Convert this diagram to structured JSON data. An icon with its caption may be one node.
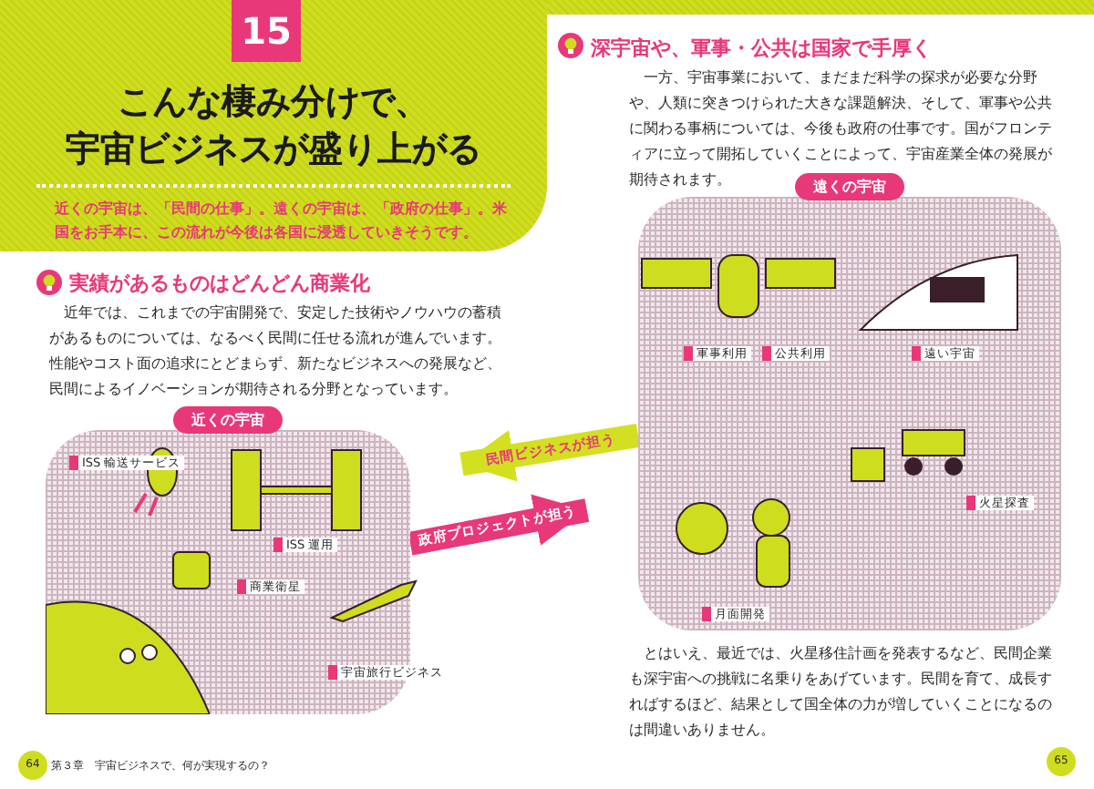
{
  "diagram": {
    "title": "こんな棲み分けで、宇宙ビジネスが盛り上がる",
    "nodes": [
      {
        "text": [
          "近くの宇宙"
        ]
      },
      {
        "text": [
          "遠くの宇宙"
        ]
      }
    ],
    "edges": [
      {
        "from": 1,
        "to": 0,
        "arrow": "to",
        "label": "民間ビジネスが担う",
        "color": "#d2e021"
      },
      {
        "from": 0,
        "to": 1,
        "arrow": "to",
        "label": "政府プロジェクトが担う",
        "color": "#e8387a"
      }
    ],
    "labels": [
      "15",
      "近くの宇宙は、「民間の仕事」。遠くの宇宙は、「政府の仕事」。米国をお手本に、この流れが今後は各国に浸透していきそうです。",
      "実績があるものはどんどん商業化",
      "近年では、これまでの宇宙開発で、安定した技術やノウハウの蓄積があるものについては、なるべく民間に任せる流れが進んでいます。性能やコスト面の追求にとどまらず、新たなビジネスへの発展など、民間によるイノベーションが期待される分野となっています。",
      "ISS 輸送サービス",
      "ISS 運用",
      "商業衛星",
      "宇宙旅行ビジネス",
      "64",
      "第３章　宇宙ビジネスで、何が実現するの？",
      "深宇宙や、軍事・公共は国家で手厚く",
      "一方、宇宙事業において、まだまだ科学の探求が必要な分野や、人類に突きつけられた大きな課題解決、そして、軍事や公共に関わる事柄については、今後も政府の仕事です。国がフロンティアに立って開拓していくことによって、宇宙産業全体の発展が期待されます。",
      "軍事利用",
      "公共利用",
      "遠い宇宙",
      "火星探査",
      "月面開発",
      "とはいえ、最近では、火星移住計画を発表するなど、民間企業も深宇宙への挑戦に名乗りをあげています。民間を育て、成長すればするほど、結果として国全体の力が増していくことになるのは間違いありません。",
      "65"
    ]
  }
}
